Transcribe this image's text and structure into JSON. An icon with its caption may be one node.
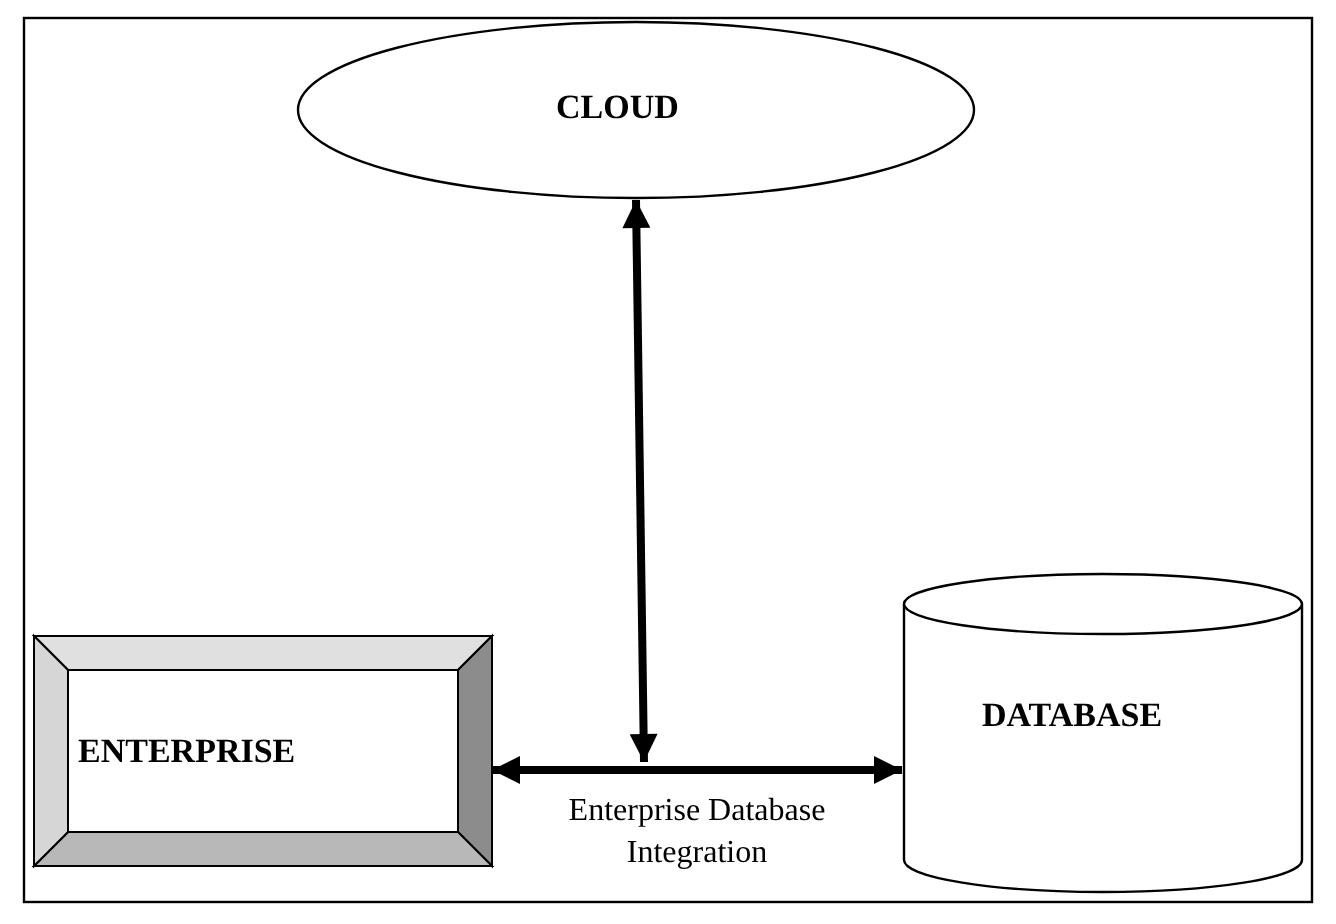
{
  "diagram": {
    "nodes": [
      {
        "text": [
          "CLOUD"
        ]
      },
      {
        "text": [
          "ENTERPRISE"
        ]
      },
      {
        "text": [
          "DATABASE"
        ]
      }
    ],
    "edges": [
      {
        "from": 1,
        "to": 2,
        "arrow": "both",
        "label": "Enterprise Database Integration"
      },
      {
        "from": 0,
        "to": null,
        "arrow": "both"
      }
    ]
  }
}
